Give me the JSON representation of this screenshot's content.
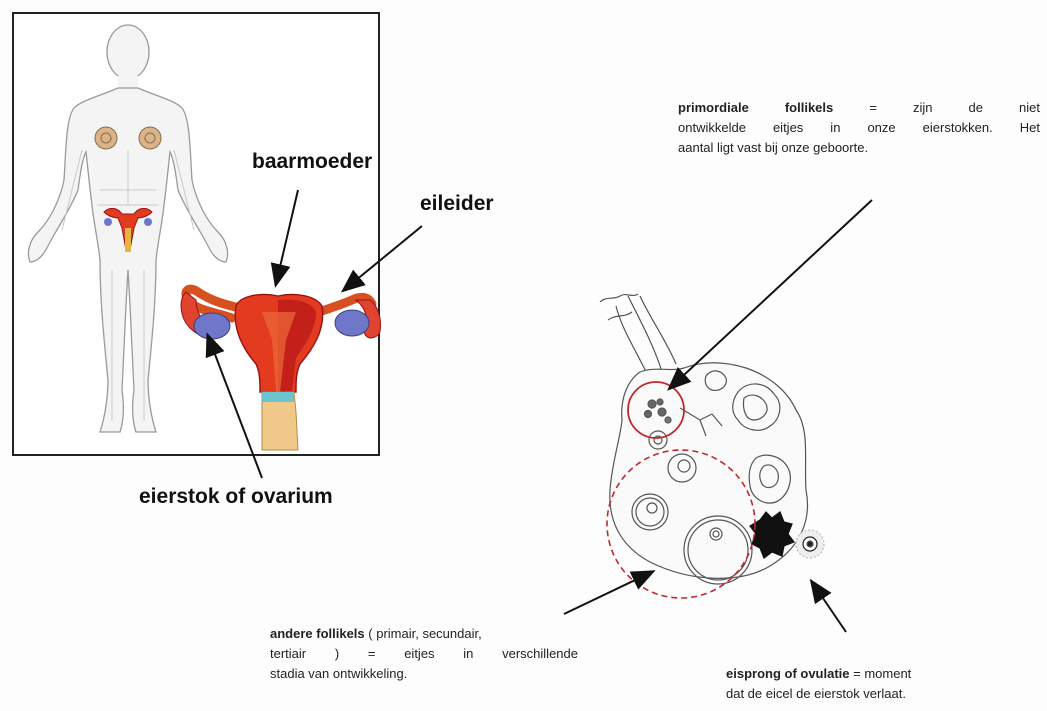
{
  "labels": {
    "baarmoeder": "baarmoeder",
    "eileider": "eileider",
    "eierstok": "eierstok of ovarium"
  },
  "notes": {
    "primordiale": {
      "term": "primordiale follikels",
      "line1_rest": " = zijn de niet",
      "line2": "ontwikkelde eitjes in onze eierstokken. Het",
      "line3": "aantal ligt vast bij onze geboorte."
    },
    "andere": {
      "term": "andere follikels",
      "line1_rest": " ( primair, secundair,",
      "line2": "tertiair ) = eitjes in verschillende",
      "line3": "stadia van ontwikkeling."
    },
    "eisprong": {
      "term": "eisprong of ovulatie",
      "line1_rest": " = moment",
      "line2": "dat de eicel de eierstok verlaat."
    }
  },
  "colors": {
    "uterus": "#e23b20",
    "uterus_dark": "#9a1010",
    "ovary": "#6f78c8",
    "fallopian": "#d8501f",
    "cervix": "#f0c98a",
    "circle_solid": "#c0282c",
    "circle_dashed": "#c0282c",
    "body_outline": "#9a9a9a"
  }
}
